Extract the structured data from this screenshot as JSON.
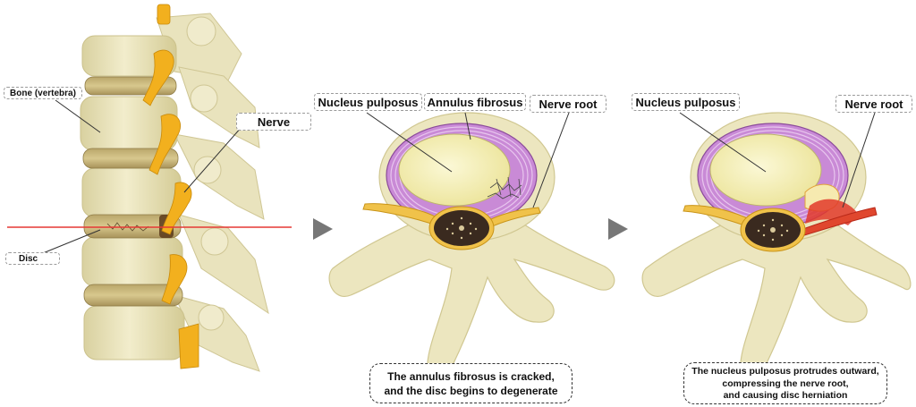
{
  "labels": {
    "bone": "Bone (vertebra)",
    "nerve": "Nerve",
    "disc": "Disc",
    "nucleus1": "Nucleus pulposus",
    "annulus": "Annulus fibrosus",
    "nerve_root1": "Nerve root",
    "nucleus2": "Nucleus pulposus",
    "nerve_root2": "Nerve root"
  },
  "captions": {
    "degeneration": [
      "The annulus fibrosus is cracked,",
      "and the disc begins to degenerate"
    ],
    "herniation": [
      "The nucleus pulposus protrudes outward,",
      "compressing the nerve root,",
      "and causing disc herniation"
    ]
  },
  "colors": {
    "bone": "#ece6bf",
    "bone_shade": "#d8d09c",
    "disc": "#c9b77a",
    "nerve": "#f2b01e",
    "annulus": "#d9a3e0",
    "nucleus": "#f3efb4",
    "canal": "#3a2a1f",
    "cut_line": "#e53935",
    "arrow": "#777777",
    "herniation": "#e23a2a"
  }
}
